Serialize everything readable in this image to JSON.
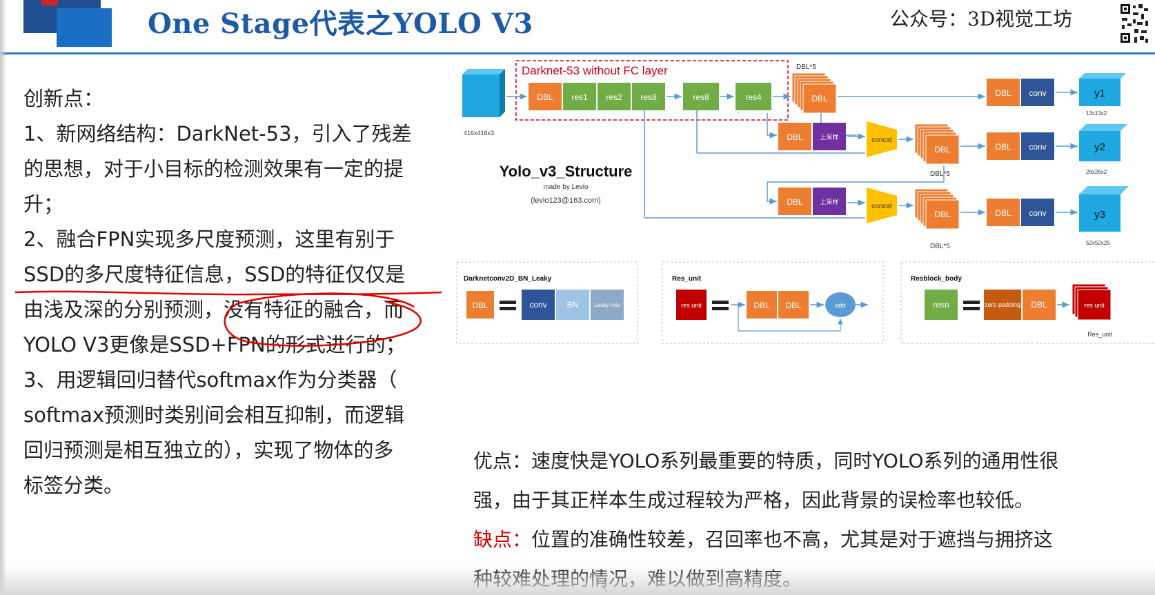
{
  "header": {
    "title": "One Stage代表之YOLO V3",
    "account": "公众号：3D视觉工坊"
  },
  "colors": {
    "title_blue": "#1f5aa6",
    "dbl_orange": "#ed7d31",
    "res_green": "#70ad47",
    "conv_blue": "#2e5597",
    "upsample_purple": "#7030a0",
    "concat_yellow": "#ffc000",
    "output_cyan": "#1ea7e1",
    "darknet_red": "#d0021b",
    "annotation_red": "#e00000"
  },
  "left_text": {
    "line1": "创新点：",
    "line2": "1、新网络结构：DarkNet-53，引入了残差",
    "line3": "的思想，对于小目标的检测效果有一定的提",
    "line4": "升；",
    "line5": "2、融合FPN实现多尺度预测，这里有别于",
    "line6": "SSD的多尺度特征信息，SSD的特征仅仅是",
    "line7a": "由浅及深的分别预测，",
    "line7b": "没有特征的融合",
    "line7c": "，而",
    "line8": "YOLO V3更像是SSD+FPN的形式进行的；",
    "line9": "3、用逻辑回归替代softmax作为分类器（",
    "line10": "softmax预测时类别间会相互抑制，而逻辑",
    "line11": "回归预测是相互独立的），实现了物体的多",
    "line12": "标签分类。"
  },
  "pros_cons": {
    "pros_label": "优点：",
    "pros_line1": "速度快是YOLO系列最重要的特质，同时YOLO系列的通用性很",
    "pros_line2": "强，由于其正样本生成过程较为严格，因此背景的误检率也较低。",
    "cons_label": "缺点：",
    "cons_line1": "位置的准确性较差，召回率也不高，尤其是对于遮挡与拥挤这",
    "cons_line2": "种较难处理的情况，难以做到高精度。"
  },
  "diagram": {
    "darknet_label": "Darknet-53 without FC layer",
    "input_size": "416x416x3",
    "structure_title": "Yolo_v3_Structure",
    "made_by": "made by Levio",
    "email": "(levio123@163.com)",
    "dbl": "DBL",
    "dbl5": "DBL*5",
    "res1": "res1",
    "res2": "res2",
    "res8": "res8",
    "res4": "res4",
    "conv": "conv",
    "upsample": "上采样",
    "concat": "concat",
    "y1": "y1",
    "y2": "y2",
    "y3": "y3",
    "y1_size": "13x13x2",
    "y2_size": "26x26x2",
    "y3_size": "52x52x25",
    "legend1_title": "Darknetconv2D_BN_Leaky",
    "bn": "BN",
    "leaky": "Leaky relu",
    "legend2_title": "Res_unit",
    "res_unit": "res unit",
    "add": "add",
    "legend3_title": "Resblock_body",
    "resn": "resn",
    "zero_padding": "zero padding",
    "res_unit_label": "Res_unit"
  }
}
